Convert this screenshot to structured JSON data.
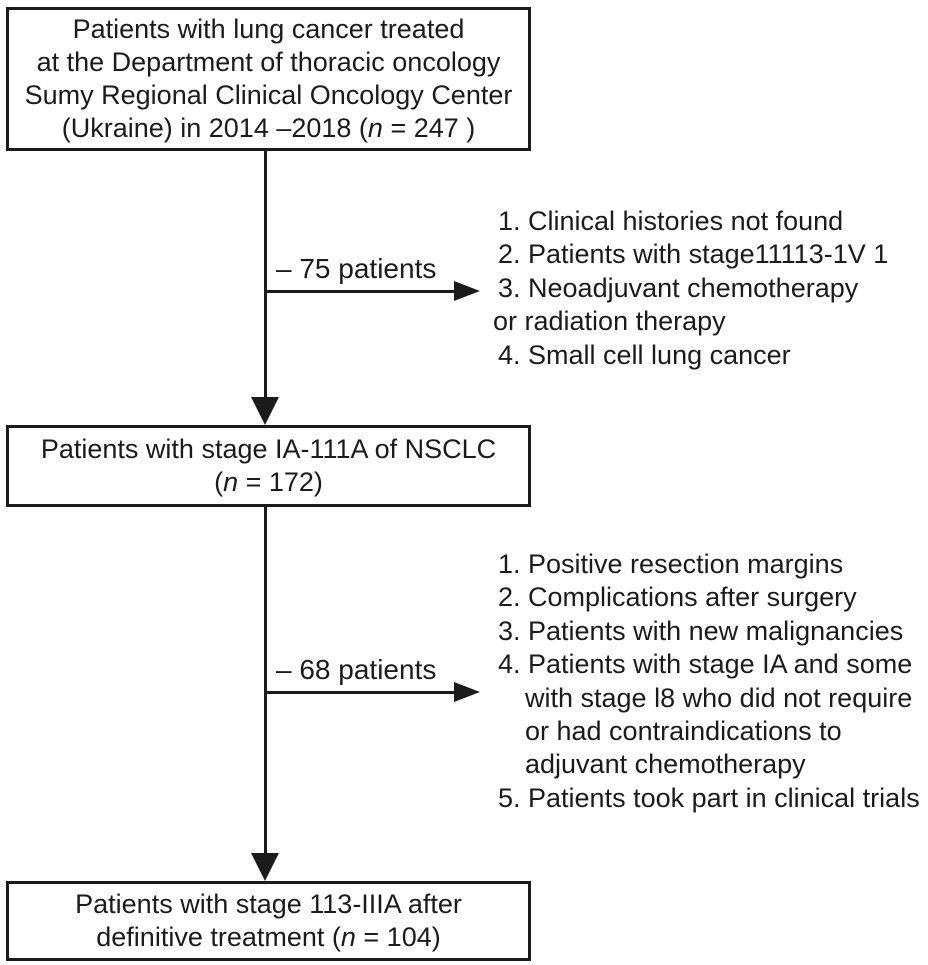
{
  "figure": {
    "colors": {
      "ink": "#1b1b1b",
      "background": "#ffffff"
    },
    "nodes": {
      "top": {
        "lines": [
          "Patients with lung cancer treated",
          "at the Department of thoracic oncology",
          "Sumy Regional Clinical Oncology Center",
          "(Ukraine) in 2014 –2018 (*n* = 247 )"
        ]
      },
      "middle": {
        "lines": [
          "Patients with stage IA-111A of NSCLC",
          "(*n* = 172)"
        ]
      },
      "bottom": {
        "lines": [
          "Patients with stage 113-IIIA after",
          "definitive treatment (*n* = 104)"
        ]
      }
    },
    "branch1": {
      "label": "– 75 patients",
      "items": [
        "1. Clinical histories not found",
        "2. Patients with stage11113-1V 1",
        "3. Neoadjuvant chemotherapy",
        "or radiation therapy",
        "4. Small cell lung cancer"
      ]
    },
    "branch2": {
      "label": "– 68 patients",
      "items": [
        "1. Positive resection margins",
        "2. Complications after surgery",
        "3. Patients with new malignancies",
        "4. Patients with stage IA and some",
        "with stage l8 who did not require",
        "or had contraindications to",
        "adjuvant chemotherapy",
        "5. Patients took part in clinical trials"
      ]
    }
  }
}
